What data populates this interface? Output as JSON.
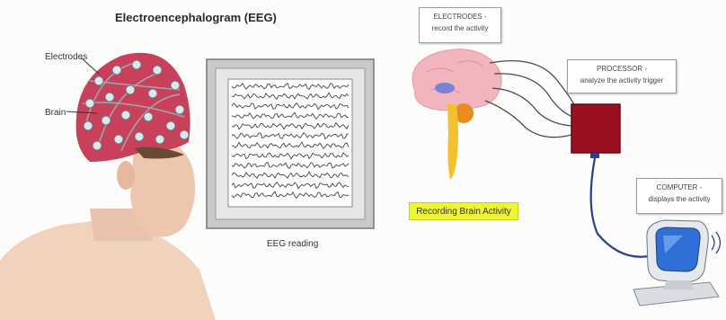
{
  "title": "Electroencephalogram (EEG)",
  "labels": {
    "electrodes": "Electrodes",
    "brain": "Brain",
    "eeg_reading": "EEG reading"
  },
  "process_boxes": {
    "electrode": {
      "line1": "ELECTRODES -",
      "line2": "record the activity"
    },
    "processor": {
      "line1": "PROCESSOR -",
      "line2": "analyze the activity trigger"
    },
    "computer": {
      "line1": "COMPUTER -",
      "line2": "displays the activity"
    }
  },
  "caption": "Recording Brain Activity",
  "colors": {
    "electrode_box_red": "#9a1020",
    "highlight_yellow": "#eef436",
    "brain_pink": "#f2b5bd",
    "spinal_cord_yellow": "#f2c22e",
    "cable_blue": "#2b3f8c",
    "screen_blue": "#2f6fd6"
  }
}
